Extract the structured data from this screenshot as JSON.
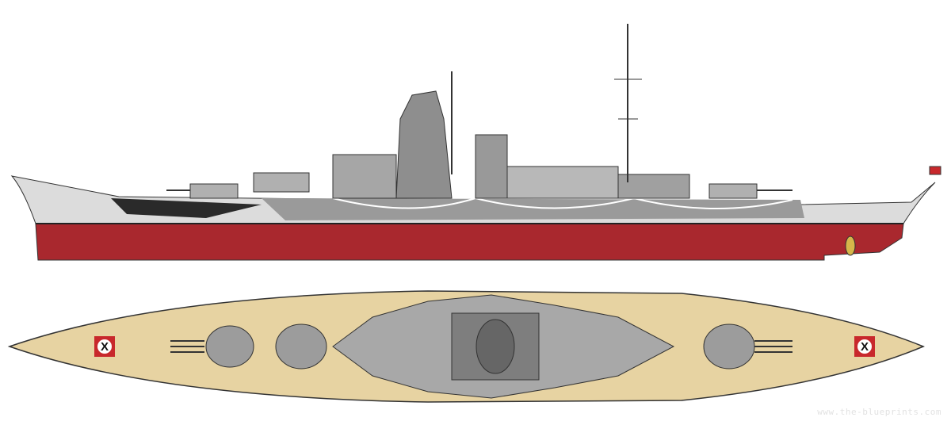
{
  "views": {
    "side": {
      "label": "side-profile",
      "colors": {
        "hull_bottom": "#a9282e",
        "camo_light": "#d9d9d9",
        "camo_mid": "#9a9a9a",
        "camo_dark": "#2a2a2a",
        "superstructure": "#b4b4b4"
      }
    },
    "top": {
      "label": "top-plan",
      "colors": {
        "deck": "#e7d3a2",
        "superstructure": "#a8a8a8",
        "turret": "#9c9c9c"
      }
    },
    "air_recognition_mark": "X"
  },
  "watermark": "www.the-blueprints.com"
}
